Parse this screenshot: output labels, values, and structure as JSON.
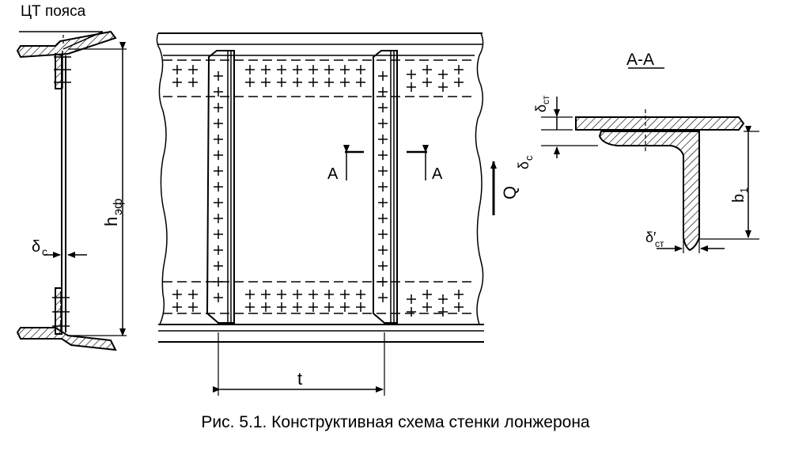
{
  "labels": {
    "flange_cg": "ЦТ пояса",
    "height_main": "h",
    "height_sub": "эф",
    "web_thickness": "δ",
    "web_thickness_sub": "c",
    "section_a_left": "A",
    "section_a_right": "A",
    "shear_force": "Q",
    "pitch": "t",
    "section_title": "A-A",
    "stiffener_thickness": "δ",
    "stiffener_thickness_sub": "ст",
    "web_thickness_section": "δ",
    "web_thickness_section_sub": "c",
    "leg_width": "b",
    "leg_width_sub": "1",
    "stiffener_leg_thickness": "δ′",
    "stiffener_leg_thickness_sub": "ст"
  },
  "caption": "Рис. 5.1. Конструктивная схема стенки лонжерона"
}
